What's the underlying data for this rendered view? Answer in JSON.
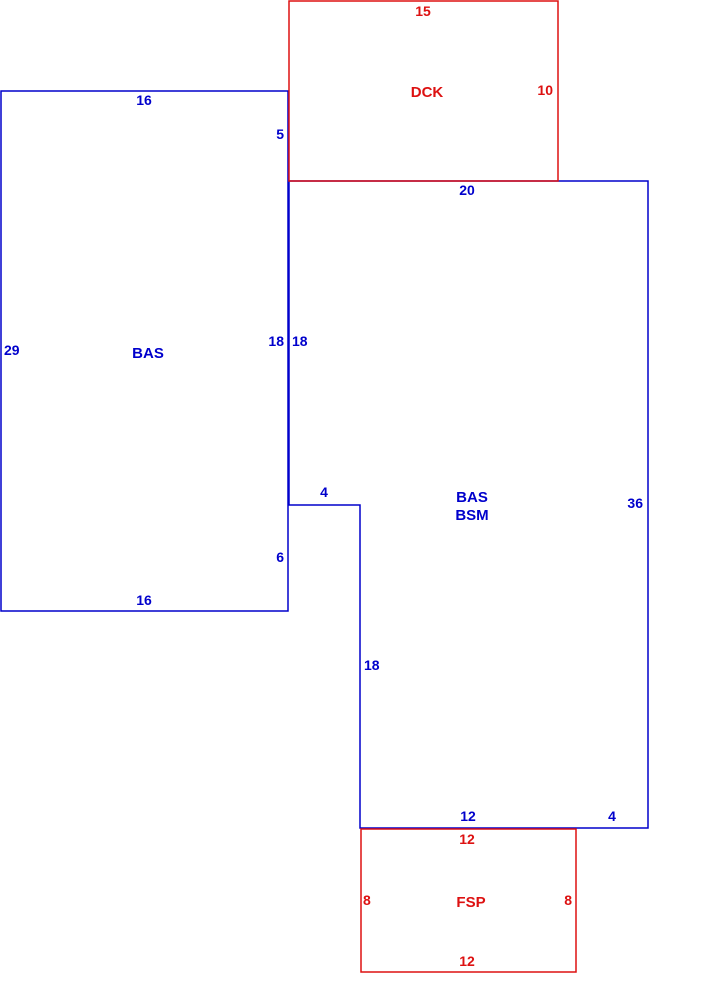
{
  "colors": {
    "living": "#0000cc",
    "exterior": "#dd1111",
    "background": "#ffffff"
  },
  "areas": {
    "bas_left": "BAS",
    "bas_main_line1": "BAS",
    "bas_main_line2": "BSM",
    "dck": "DCK",
    "fsp": "FSP"
  },
  "dimensions": {
    "left_top": "16",
    "left_bottom": "16",
    "left_side": "29",
    "left_upper_inner": "5",
    "left_mid_inner": "18",
    "left_lower_inner": "6",
    "main_top": "20",
    "main_left_upper": "18",
    "main_notch": "4",
    "main_left_lower": "18",
    "main_right": "36",
    "main_bottom": "12",
    "main_bottom_right": "4",
    "dck_top": "15",
    "dck_right": "10",
    "fsp_top": "12",
    "fsp_bottom": "12",
    "fsp_left": "8",
    "fsp_right": "8"
  }
}
